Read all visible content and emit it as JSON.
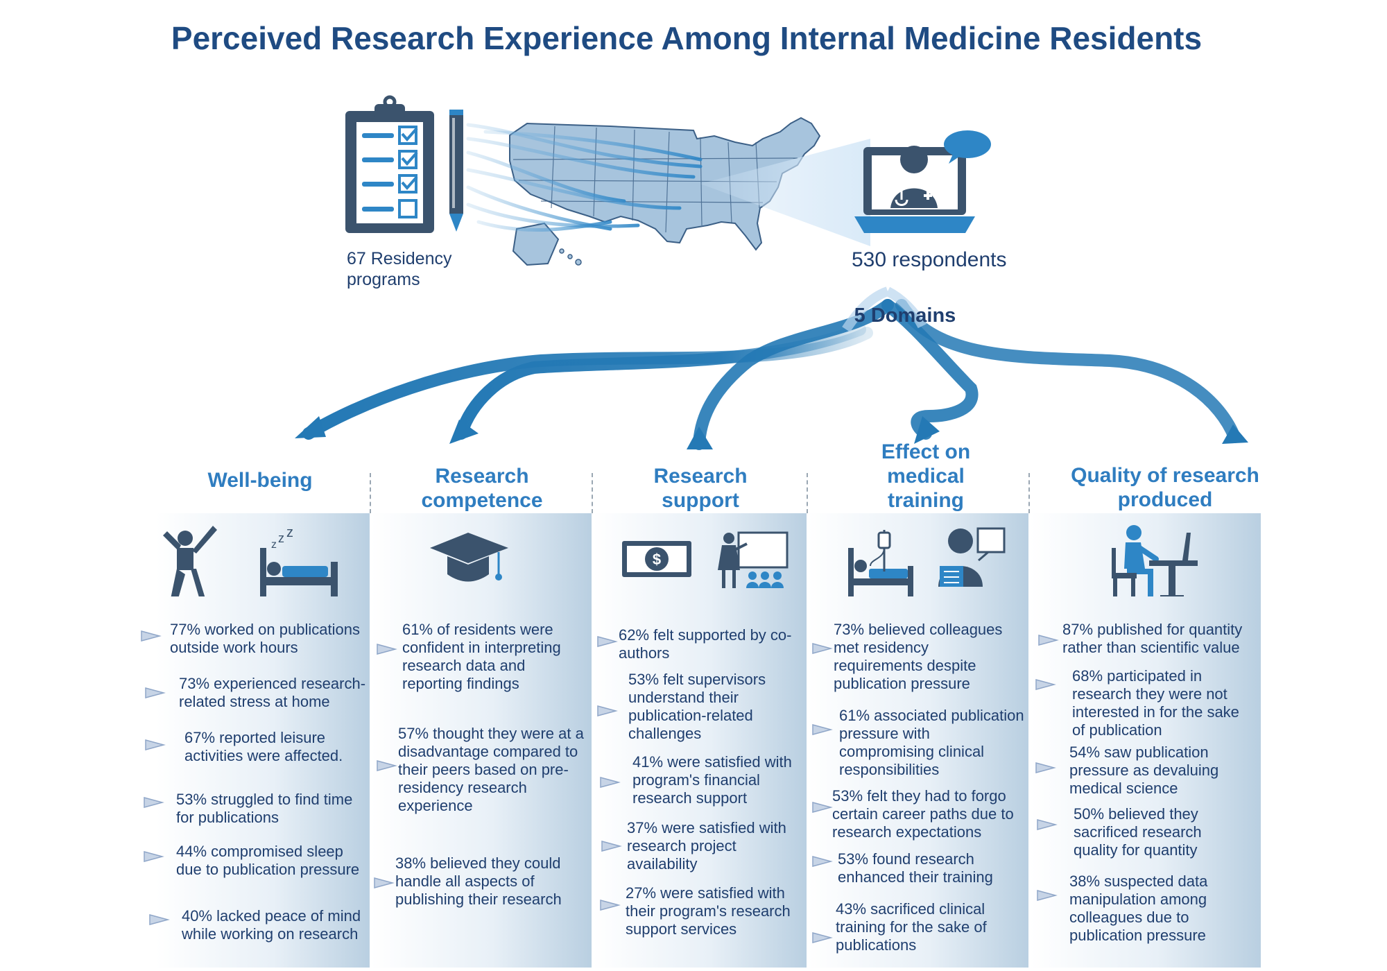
{
  "title": "Perceived Research Experience Among Internal Medicine Residents",
  "residency_label": "67 Residency programs",
  "respondents_label": "530 respondents",
  "domains_label": "5 Domains",
  "colors": {
    "title": "#1f4b82",
    "heading": "#2f7dc0",
    "icon": "#3b536d",
    "accent": "#2e86c6",
    "arrow": "#2479b5"
  },
  "columns": [
    {
      "heading": "Well-being",
      "icons": [
        "jumping-person-icon",
        "sleeping-bed-icon"
      ],
      "facts": [
        "77% worked on publications outside work hours",
        "73% experienced research-related stress at home",
        "67% reported leisure activities were affected.",
        "53% struggled to find time for publications",
        "44% compromised sleep due to publication pressure",
        "40% lacked peace of mind while working on research"
      ]
    },
    {
      "heading": "Research competence",
      "icons": [
        "graduation-cap-icon"
      ],
      "facts": [
        "61% of residents were confident in interpreting research data and reporting findings",
        "57% thought they were at a disadvantage compared to their peers based on pre-residency research experience",
        "38% believed they could handle all aspects of publishing their research"
      ]
    },
    {
      "heading": "Research support",
      "icons": [
        "dollar-bill-icon",
        "teacher-board-icon"
      ],
      "facts": [
        "62% felt supported by co-authors",
        "53% felt supervisors understand their publication-related challenges",
        "41% were satisfied with program's financial research support",
        "37% were satisfied with research project availability",
        "27% were satisfied with their program's research support services"
      ]
    },
    {
      "heading": "Effect on medical training",
      "icons": [
        "hospital-bed-icon",
        "presenter-icon"
      ],
      "facts": [
        "73% believed colleagues met residency requirements despite publication pressure",
        "61% associated publication pressure with compromising clinical responsibilities",
        "53% felt they had to forgo certain career paths due to research expectations",
        "53% found research enhanced their training",
        "43% sacrificed clinical training for the sake of publications"
      ]
    },
    {
      "heading": "Quality of research produced",
      "icons": [
        "person-at-desk-icon"
      ],
      "facts": [
        "87% published for quantity rather than scientific value",
        "68% participated in research they were not interested in for the sake of publication",
        "54% saw publication pressure as devaluing medical science",
        "50% believed they sacrificed research quality for quantity",
        "38% suspected data manipulation among colleagues due to publication pressure"
      ]
    }
  ]
}
